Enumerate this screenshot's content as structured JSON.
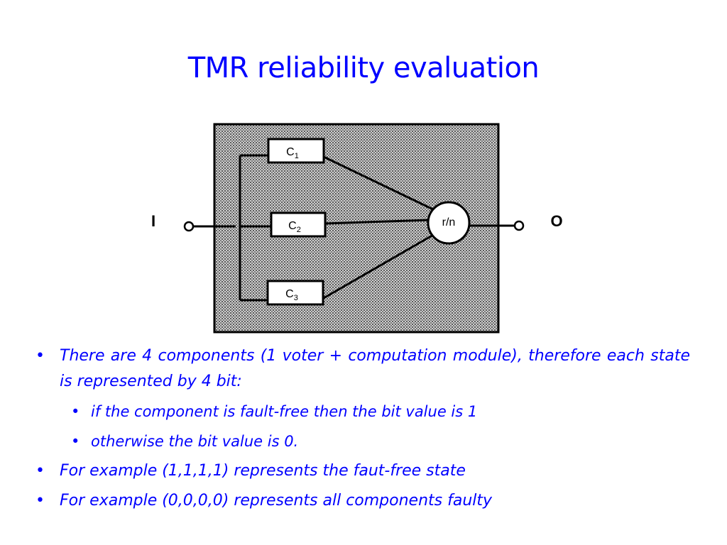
{
  "slide": {
    "title": "TMR reliability evaluation"
  },
  "diagram": {
    "input_label": "I",
    "output_label": "O",
    "modules": [
      {
        "base": "C",
        "sub": "1"
      },
      {
        "base": "C",
        "sub": "2"
      },
      {
        "base": "C",
        "sub": "3"
      }
    ],
    "voter_label": "r/n"
  },
  "bullets": [
    {
      "level": 1,
      "text": "There are 4 components (1 voter + computation module), therefore each state is represented by 4 bit:"
    },
    {
      "level": 2,
      "text": "if the component is fault-free then the bit value is 1"
    },
    {
      "level": 2,
      "text": "otherwise the bit value is 0."
    },
    {
      "level": 1,
      "text": "For example (1,1,1,1) represents the faut-free state"
    },
    {
      "level": 1,
      "text": "For example (0,0,0,0) represents all components faulty"
    }
  ]
}
